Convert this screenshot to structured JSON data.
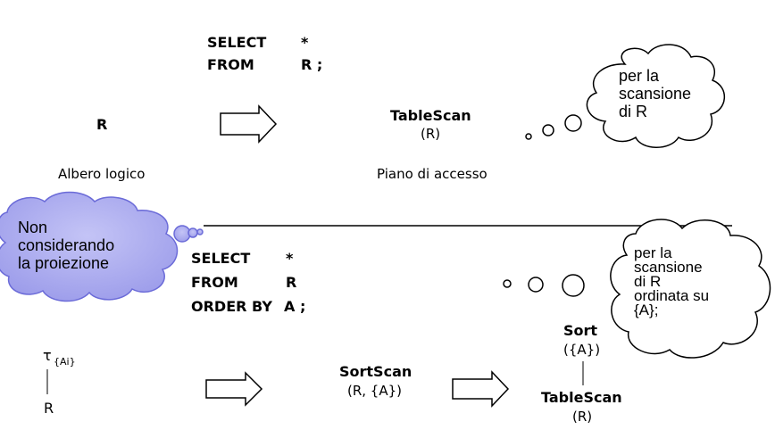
{
  "top": {
    "query_line1_kw": "SELECT",
    "query_line1_val": "*",
    "query_line2_kw": "FROM",
    "query_line2_val": "R ;",
    "logical_tree_node": "R",
    "logical_tree_caption": "Albero logico",
    "plan_node_name": "TableScan",
    "plan_node_arg": "(R)",
    "plan_caption": "Piano di accesso",
    "cloud_text": [
      "per la",
      "scansione",
      "di R"
    ]
  },
  "bottom": {
    "cloud_left_text": [
      "Non",
      "considerando",
      "la proiezione"
    ],
    "query_line1_kw": "SELECT",
    "query_line1_val": "*",
    "query_line2_kw": "FROM",
    "query_line2_val": "R",
    "query_line3_kw": "ORDER BY",
    "query_line3_val": "A ;",
    "tree_root_symbol": "τ",
    "tree_root_sub": "{Ai}",
    "tree_leaf": "R",
    "sortscan_name": "SortScan",
    "sortscan_arg": "(R, {A})",
    "sort_name": "Sort",
    "sort_arg": "({A})",
    "tablescan_name": "TableScan",
    "tablescan_arg": "(R)",
    "cloud_right_text": [
      "per la",
      "scansione",
      "di  R",
      "ordinata su",
      "{A};"
    ]
  },
  "colors": {
    "cloud_left_fill": "#a6a6ee",
    "cloud_left_stroke": "#6b6bd8",
    "line": "#000000"
  }
}
